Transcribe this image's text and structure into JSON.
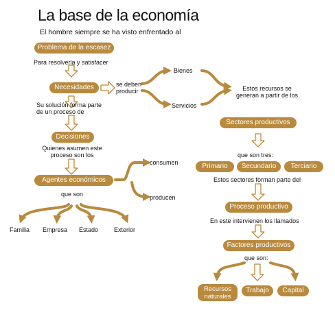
{
  "title": "La base de la economía",
  "subtitle": "El hombre siempre se ha visto enfrentado al",
  "nodes": {
    "escasez": "Problema de la escasez",
    "necesidades": "Necesidades",
    "decisiones": "Decisiones",
    "agentes": "Agentes económicos",
    "sectores": "Sectores productivos",
    "primario": "Primario",
    "secundario": "Secundario",
    "terciario": "Terciario",
    "proceso": "Proceso productivo",
    "factores": "Factores productivos",
    "recursos": "Recursos\nnaturales",
    "trabajo": "Trabajo",
    "capital": "Capital"
  },
  "labels": {
    "para_resolverla": "Para resolverla y satisfacer",
    "se_deben": "se deben\nproducir",
    "bienes": "Bienes",
    "servicios": "Servicios",
    "estos_recursos": "Estos recursos se\ngeneran a partir de los",
    "su_solucion": "Su solución forma parte\nde un proceso de",
    "quienes": "Quienes asumen este\nproceso son los",
    "consumen": "consumen",
    "producen": "producen",
    "que_son": "que son",
    "familia": "Familia",
    "empresa": "Empresa",
    "estado": "Estado",
    "exterior": "Exterior",
    "que_son_tres": "que son tres:",
    "estos_sectores": "Estos sectores forman parte del",
    "en_este": "En este intervienen los llamados",
    "que_son_2": "que son:"
  },
  "colors": {
    "accent": "#b98a3e",
    "accent_light": "#fdfaf3",
    "text": "#111111"
  }
}
